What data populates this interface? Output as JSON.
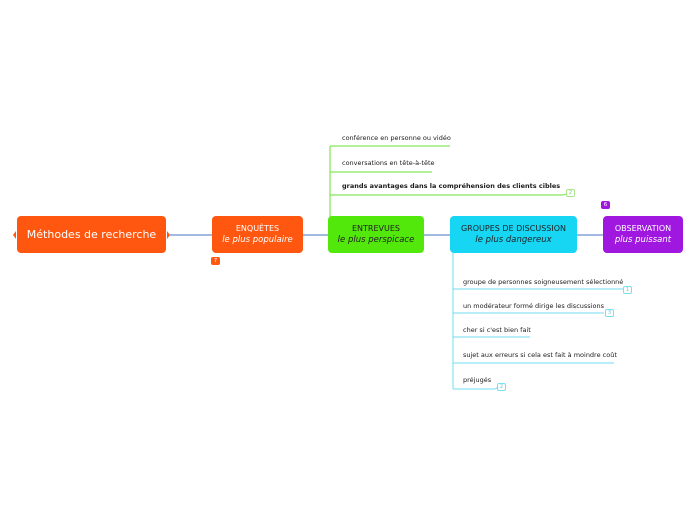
{
  "root": {
    "label": "Méthodes de recherche"
  },
  "topics": {
    "enquetes": {
      "title": "ENQUÊTES",
      "subtitle": "le plus populaire",
      "badge": "7"
    },
    "entrevues": {
      "title": "ENTREVUES",
      "subtitle": "le plus perspicace",
      "leaves": [
        {
          "text": "conférence en personne ou vidéo"
        },
        {
          "text": "conversations en tête-à-tête"
        },
        {
          "text": "grands avantages dans la compréhension des clients cibles",
          "badge": "2"
        }
      ]
    },
    "groupes": {
      "title": "GROUPES DE DISCUSSION",
      "subtitle": "le plus dangereux",
      "leaves": [
        {
          "text": "groupe de personnes soigneusement sélectionné",
          "badge": "1"
        },
        {
          "text": "un modérateur formé dirige les discussions",
          "badge": "3"
        },
        {
          "text": "cher si c'est bien fait"
        },
        {
          "text": "sujet aux erreurs si cela est fait à moindre coût"
        },
        {
          "text": "préjugés",
          "badge": "2"
        }
      ]
    },
    "observation": {
      "title": "OBSERVATION",
      "subtitle": "plus puissant",
      "badge": "6"
    }
  },
  "colors": {
    "root": "#ff5710",
    "enquetes": "#ff5710",
    "entrevues": "#52e80c",
    "groupes": "#16d6f4",
    "observation": "#a018e0"
  }
}
